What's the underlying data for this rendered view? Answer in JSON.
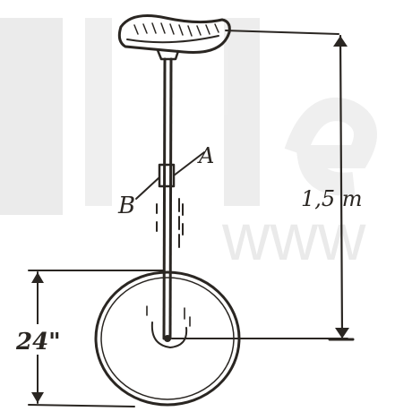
{
  "diagram": {
    "height_label": "1,5 m",
    "wheel_label": "24\"",
    "handle_label_left": "B",
    "handle_label_right": "A",
    "watermark_text": "www"
  },
  "colors": {
    "ink": "#2a2622",
    "watermark": "#d9d9d9",
    "background": "#ffffff"
  }
}
